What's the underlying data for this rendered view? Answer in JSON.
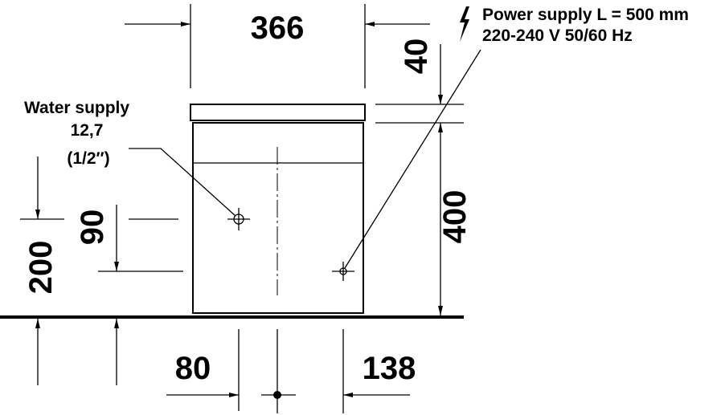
{
  "dimensions": {
    "width_total": "366",
    "lid_height": "40",
    "body_height": "400",
    "water_height": "200",
    "power_height": "90",
    "water_offset": "80",
    "power_offset": "138"
  },
  "water_supply": {
    "title": "Water supply",
    "size_mm": "12,7",
    "size_inch": "(1/2″)"
  },
  "power_supply": {
    "line1": "Power supply L = 500 mm",
    "line2": "220-240 V  50/60 Hz",
    "icon": "lightning-icon"
  }
}
